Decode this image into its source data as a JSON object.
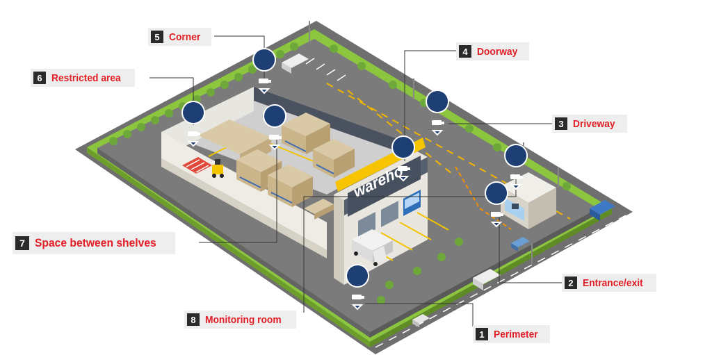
{
  "labels": [
    {
      "number": "1",
      "text": "Perimeter"
    },
    {
      "number": "2",
      "text": "Entrance/exit"
    },
    {
      "number": "3",
      "text": "Driveway"
    },
    {
      "number": "4",
      "text": "Doorway"
    },
    {
      "number": "5",
      "text": "Corner"
    },
    {
      "number": "6",
      "text": "Restricted area"
    },
    {
      "number": "7",
      "text": "Space between shelves"
    },
    {
      "number": "8",
      "text": "Monitoring room"
    }
  ],
  "building_sign": "wareho",
  "colors": {
    "accent_red": "#e21f26",
    "number_box": "#2a2a2a",
    "label_bg": "#eeeeee",
    "camera_pin": "#1e3f73",
    "grass": "#8cc63f",
    "road": "#6d6d6d",
    "lot": "#7a7a7a",
    "building_wall": "#e9e6df",
    "sign_yellow": "#f6c400"
  },
  "icons": [
    "camera-pin-icon",
    "truck-icon",
    "car-icon",
    "forklift-icon",
    "tree-icon",
    "street-lamp-icon"
  ]
}
